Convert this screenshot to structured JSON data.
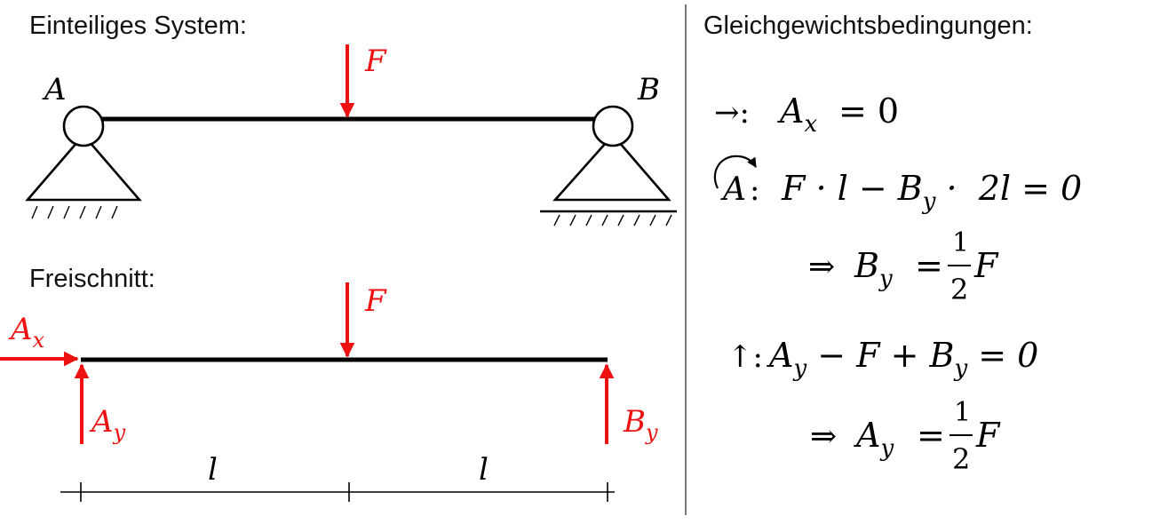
{
  "colors": {
    "line": "#000000",
    "force": "#ee1111"
  },
  "left": {
    "system": {
      "heading": "Einteiliges System:",
      "support_a": "A",
      "support_b": "B",
      "load": "F"
    },
    "free_body": {
      "heading": "Freischnitt:",
      "load": "F",
      "ax_main": "A",
      "ax_sub": "x",
      "ay_main": "A",
      "ay_sub": "y",
      "by_main": "B",
      "by_sub": "y",
      "span_left": "l",
      "span_right": "l"
    }
  },
  "right": {
    "heading": "Gleichgewichtsbedingungen:",
    "eq_horizontal": {
      "symbol": "→:",
      "lhs_main": "A",
      "lhs_sub": "x",
      "rhs": "= 0"
    },
    "eq_moment": {
      "pivot": "A",
      "colon": ":",
      "part1": "F · l − B",
      "sub": "y",
      "part2": " ·  2l = 0"
    },
    "result_by": {
      "implies": "⇒",
      "main": "B",
      "sub": "y",
      "equals": "=",
      "num": "1",
      "den": "2",
      "factor": "F"
    },
    "eq_vertical": {
      "symbol": "↑:",
      "part1": "A",
      "sub1": "y",
      "part2": " − F + B",
      "sub2": "y",
      "part3": " = 0"
    },
    "result_ay": {
      "implies": "⇒",
      "main": "A",
      "sub": "y",
      "equals": "=",
      "num": "1",
      "den": "2",
      "factor": "F"
    }
  }
}
